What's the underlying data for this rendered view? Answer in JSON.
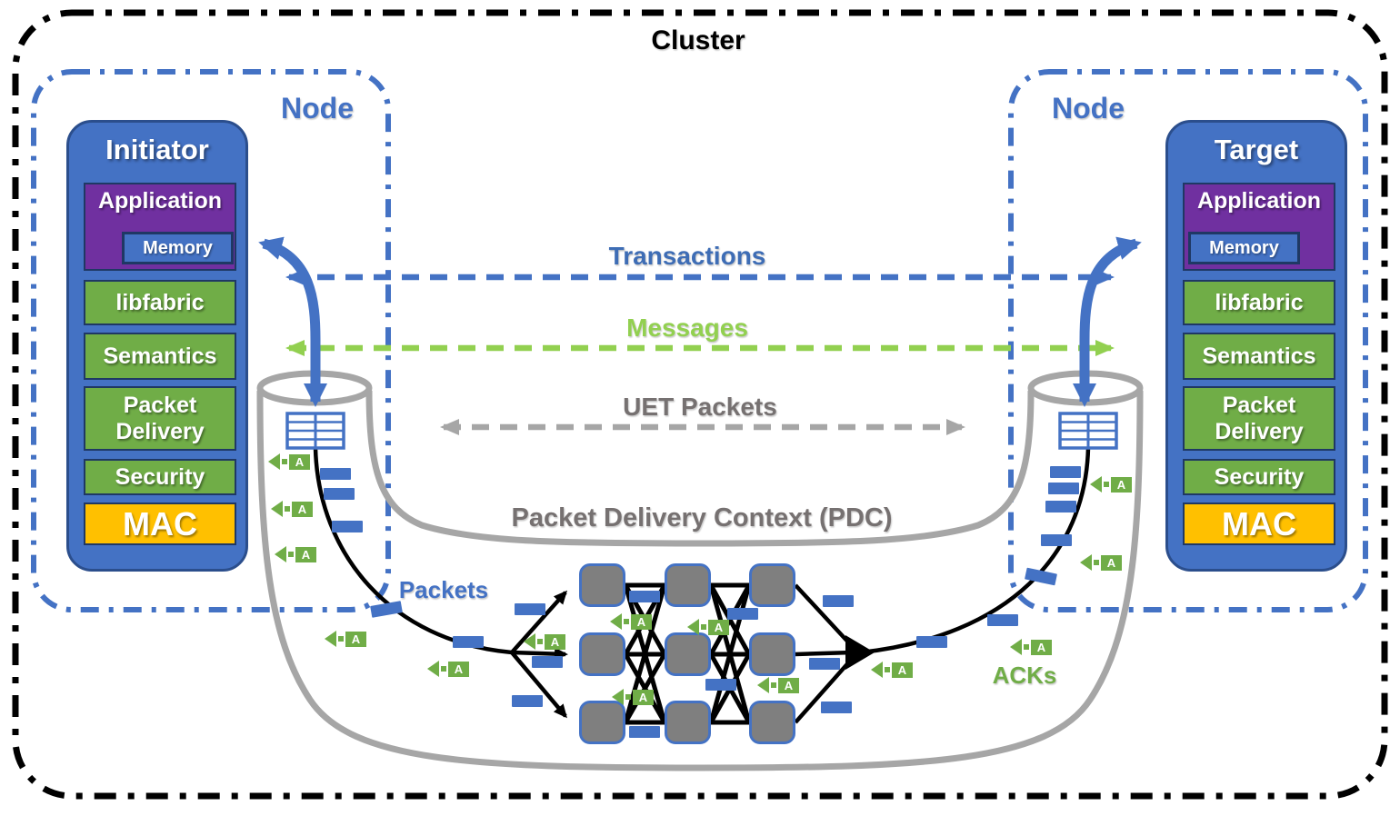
{
  "title": "Cluster",
  "node": {
    "label": "Node"
  },
  "initiator": {
    "title": "Initiator",
    "app_layer": "Application",
    "memory": "Memory",
    "layers": [
      "libfabric",
      "Semantics",
      "Packet Delivery",
      "Security",
      "MAC"
    ]
  },
  "target": {
    "title": "Target",
    "app_layer": "Application",
    "memory": "Memory",
    "layers": [
      "libfabric",
      "Semantics",
      "Packet Delivery",
      "Security",
      "MAC"
    ]
  },
  "flows": {
    "transactions": "Transactions",
    "messages": "Messages",
    "uet_packets": "UET Packets"
  },
  "pdc": {
    "label": "Packet Delivery Context (PDC)",
    "packets_label": "Packets",
    "acks_label": "ACKs"
  },
  "ack_glyph": "A",
  "colors": {
    "blue": "#4472C4",
    "green_box": "#70AD47",
    "bright_green": "#92D050",
    "purple": "#7030A0",
    "orange": "#FFC000",
    "tube_gray": "#A6A6A6",
    "switch_gray": "#7F7F7F",
    "label_gray": "#767171",
    "black": "#000000"
  }
}
